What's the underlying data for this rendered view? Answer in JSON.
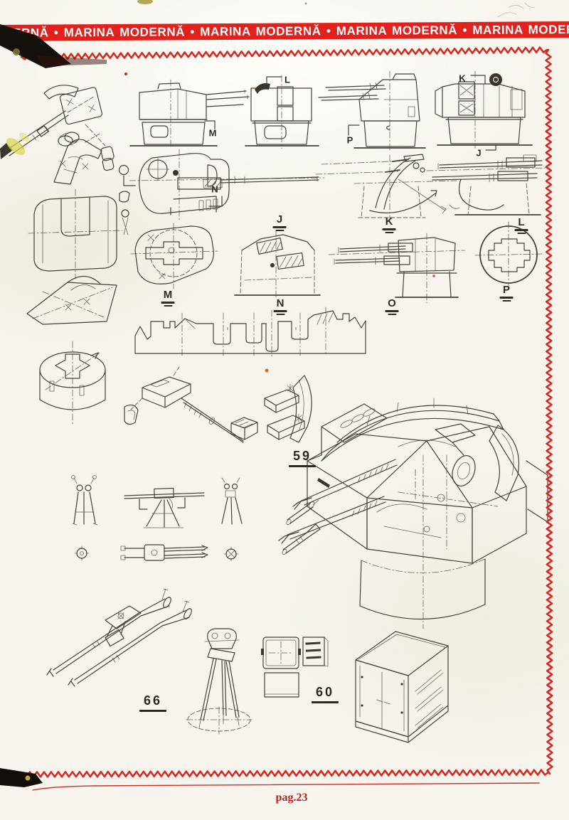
{
  "page": {
    "paper_color": "#f6f4ec",
    "ink_color": "#45423b",
    "accent_red": "#d8261e",
    "footer_page_label": "pag.23"
  },
  "banner": {
    "text": "ERNĂ • MARINA MODERNĂ • MARINA MODERNĂ • MARINA MODERNĂ • MARINA MODERNĂ •",
    "background": "#e2211c",
    "text_color": "#ffffff"
  },
  "section_markers": {
    "l": "L",
    "m": "M",
    "o": "O",
    "n": "N",
    "p": "P",
    "k": "K",
    "j": "J"
  },
  "view_labels": {
    "j": "J",
    "k": "K",
    "l": "L",
    "m": "M",
    "n": "N",
    "o": "O",
    "p": "P"
  },
  "part_numbers": {
    "n59": "59",
    "n66": "66",
    "n60": "60"
  }
}
